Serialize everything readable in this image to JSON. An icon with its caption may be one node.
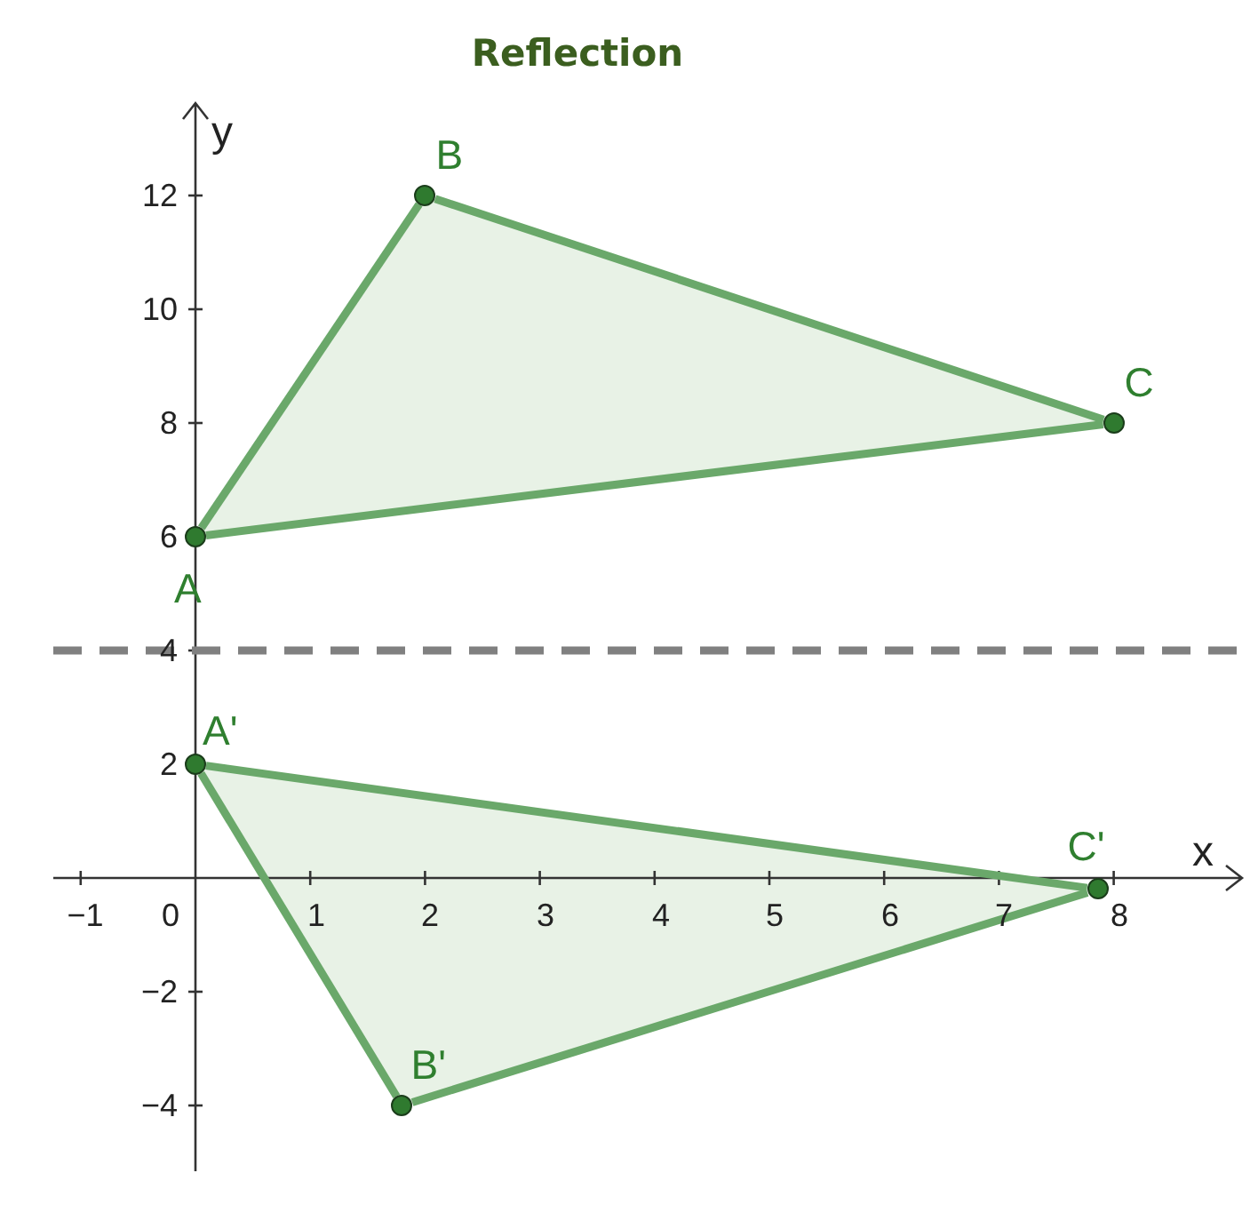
{
  "diagram": {
    "title": "Reflection",
    "nodes": [
      {
        "text": [],
        "shape": "circle",
        "beside": [
          "A"
        ]
      },
      {
        "text": [],
        "shape": "circle",
        "beside": [
          "B"
        ]
      },
      {
        "text": [],
        "shape": "circle",
        "beside": [
          "C"
        ]
      },
      {
        "text": [],
        "shape": "circle",
        "beside": [
          "A'"
        ]
      },
      {
        "text": [],
        "shape": "circle",
        "beside": [
          "B'"
        ]
      },
      {
        "text": [],
        "shape": "circle",
        "beside": [
          "C'"
        ]
      }
    ],
    "edges": [
      {
        "from": 0,
        "to": 1,
        "arrow": "none"
      },
      {
        "from": 1,
        "to": 2,
        "arrow": "none"
      },
      {
        "from": 2,
        "to": 0,
        "arrow": "none"
      },
      {
        "from": 3,
        "to": 4,
        "arrow": "none"
      },
      {
        "from": 4,
        "to": 5,
        "arrow": "none"
      },
      {
        "from": 5,
        "to": 3,
        "arrow": "none"
      }
    ],
    "labels": [
      "y",
      "12",
      "10",
      "8",
      "6",
      "4",
      "2",
      "x",
      "−1",
      "0",
      "1",
      "2",
      "3",
      "4",
      "5",
      "6",
      "7",
      "8",
      "−2",
      "−4"
    ]
  }
}
